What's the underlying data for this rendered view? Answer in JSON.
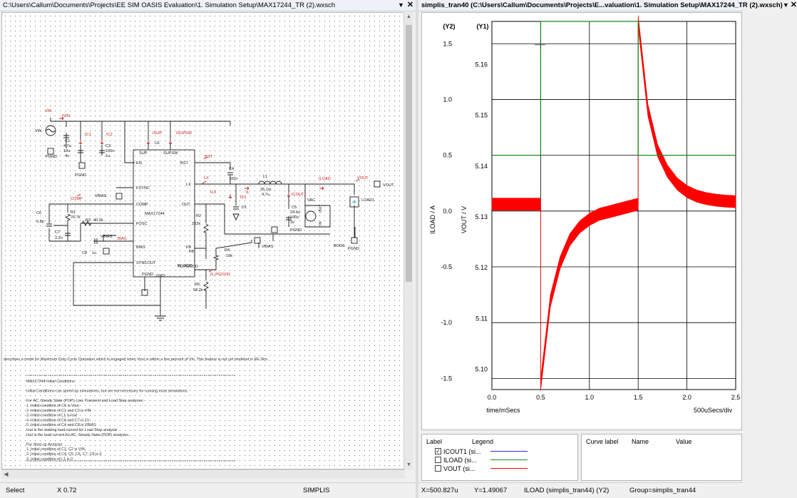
{
  "left_window": {
    "title": "C:\\Users\\Callum\\Documents\\Projects\\EE SIM OASIS Evaluation\\1. Simulation Setup\\MAX17244_TR (2).wxsch",
    "menu_icon": "chevron-down-icon",
    "close_icon": "close-icon"
  },
  "schematic": {
    "labels": {
      "vin_src": "VIN",
      "vin_net": "VIN",
      "ivin": "IVIN",
      "pgnd1": "PGND",
      "pgnd2": "PGND",
      "pgnd3": "PGND",
      "pgnd4": "PGND",
      "pgnd5": "PGND",
      "c1": "C1",
      "c1v": "4.7u",
      "c1b": "10u",
      "c1c": "4x",
      "ic1": "IC1",
      "ic2": "IC2",
      "c2": "C2",
      "c2v": "100n",
      "c2b": "1u",
      "isup": "ISUP",
      "isupsw": "ISUPSW",
      "u1": "U1",
      "sup": "SUP",
      "supsw": "SUPSW",
      "en": "EN",
      "bst": "BST",
      "fsync": "FSYNC",
      "lx": "LX",
      "comp": "COMP",
      "out": "OUT",
      "fosc": "FOSC",
      "bias": "BIAS",
      "fb": "FB",
      "syncout": "SYNCOUT",
      "pgood": "PGOOD",
      "gnd": "GND",
      "chip": "MAX17244",
      "bst_net": "BST",
      "c4": "C4",
      "c4v": "100n",
      "lx_net": "LX",
      "ilx": "ILX",
      "il": "IL",
      "l1": "L1",
      "l1v": "35.1m",
      "l1b": "4.7u",
      "id1": "ID1",
      "d1": "D1",
      "icout1": "ICOUT1",
      "c5": "C5",
      "c5v": "24.4u",
      "c5b": "100u",
      "c5c": "3x",
      "iload": "ILOAD",
      "vout_net": "VOUT",
      "vout_port": "VOUT",
      "vac": "VAC",
      "in": "IN",
      "outp": "OUT",
      "load1": "LOAD1",
      "bode": "BODE",
      "comp_net": "COMP",
      "vbias": "VBIAS",
      "vbias2": "VBIAS",
      "vbias3": "VBIAS",
      "bias_net": "BIAS",
      "c6": "C6",
      "c6v": "6.8p",
      "r1": "R1",
      "r1v": "76.7k",
      "c7": "C7",
      "c7v": "2.2n",
      "r3": "R3",
      "r3v": "40.2k",
      "c8": "C8",
      "c8v": "1u",
      "r2": "R2",
      "r2v": "232k",
      "fb_net": "FB",
      "r4": "R4",
      "r4v": "10k",
      "npgood": "N_PGOOD",
      "npgood2": "N_PGOOD",
      "r6": "R6",
      "r6v": "58.2k"
    },
    "note_mode": "describes a mode for Maximum Duty-Cycle Operation which is engaged when Vout is within a few percent of Vin. This feature is not yet modeled in EE-Sim.",
    "notes": [
      "MAX17244 Initial Conditions",
      "",
      "Initial Conditions can speed up simulations, but are not necessary for running most simulations.",
      "",
      "For AC, Steady State (POP), Line Transient and Load Step analyses:",
      "1. Initial condition of C5 is Vout",
      "2. Initial condition of C1 and C2 is VIN",
      "3. Initial condition of L1 is Iout",
      "4. Initial condition of C6 and C7 is 1V",
      "5. Initial condition of C4 and C8 is VBIAS",
      "Iout is the starting load current for Load Step analysis.",
      "Iout is the load current for AC, Steady State (POP) analyses.",
      "",
      "For Start-up Analysis:",
      "1. Initial condition of C1, C2 is VIN",
      "2.  Initial condition of C4, C5, C6, C7, C8  is 0",
      "3. Initial condition of L1  is 0"
    ]
  },
  "left_status": {
    "mode": "Select",
    "coord": "X 0.72",
    "sim": "SIMPLIS"
  },
  "right_window": {
    "title": "simplis_tran40 (C:\\Users\\Callum\\Documents\\Projects\\E...valuation\\1. Simulation Setup\\MAX17244_TR (2).wxsch)",
    "menu_icon": "chevron-down-icon",
    "close_icon": "close-icon"
  },
  "chart_data": {
    "type": "line",
    "xlabel": "time/mSecs",
    "x_scale_note": "500uSecs/div",
    "xlim": [
      0,
      2.5
    ],
    "x_ticks": [
      "0.0",
      "0.5",
      "1.0",
      "1.5",
      "2.0",
      "2.5"
    ],
    "y2_axis": {
      "tag": "(Y2)",
      "label": "ILOAD / A",
      "range": [
        -1.6,
        1.7
      ],
      "ticks": [
        "1.5",
        "1.0",
        "0.5",
        "0.0",
        "-0.5",
        "-1.0",
        "-1.5"
      ]
    },
    "y1_axis": {
      "tag": "(Y1)",
      "label": "VOUT / V",
      "range": [
        5.096,
        5.1685
      ],
      "ticks": [
        "5.16",
        "5.15",
        "5.14",
        "5.13",
        "5.12",
        "5.11",
        "5.10"
      ]
    },
    "grid": true,
    "series": [
      {
        "name": "ILOAD (simplis_tran44)",
        "color": "#1b8a1b",
        "axis": "Y2",
        "x": [
          0,
          0.5,
          0.5,
          1.5,
          1.5,
          2.5
        ],
        "y": [
          0.5,
          0.5,
          1.7,
          1.7,
          0.5,
          0.5
        ]
      },
      {
        "name": "VOUT (simplis_tran44)",
        "color": "#ff0000",
        "axis": "Y1",
        "x": [
          0,
          0.5,
          0.5,
          0.6,
          0.7,
          0.8,
          0.9,
          1.0,
          1.1,
          1.2,
          1.3,
          1.4,
          1.5,
          1.5,
          1.6,
          1.7,
          1.8,
          1.9,
          2.0,
          2.1,
          2.2,
          2.3,
          2.4,
          2.5
        ],
        "y": [
          5.1325,
          5.1325,
          5.097,
          5.1135,
          5.121,
          5.1255,
          5.128,
          5.1295,
          5.1305,
          5.131,
          5.1315,
          5.132,
          5.1325,
          5.1685,
          5.151,
          5.143,
          5.139,
          5.1365,
          5.135,
          5.1341,
          5.1336,
          5.1333,
          5.1331,
          5.133
        ],
        "ripple": 0.0012
      },
      {
        "name": "ICOUT1 (simplis_tran44)",
        "color": "#2233cc",
        "axis": "Y2",
        "x": [],
        "y": []
      }
    ]
  },
  "legend": {
    "header_label": "Label",
    "header_legend": "Legend",
    "items": [
      {
        "label": "ICOUT1 (si...",
        "checked": true,
        "color": "#2233cc"
      },
      {
        "label": "ILOAD (si...",
        "checked": false,
        "color": "#1b8a1b"
      },
      {
        "label": "VOUT (si...",
        "checked": false,
        "color": "#ff0000"
      }
    ]
  },
  "curve_panel": {
    "h1": "Curve label",
    "h2": "Name",
    "h3": "Value"
  },
  "right_status": {
    "x": "X=500.827u",
    "y": "Y=1.49067",
    "curve": "ILOAD (simplis_tran44) (Y2)",
    "group": "Group=simplis_tran44"
  }
}
